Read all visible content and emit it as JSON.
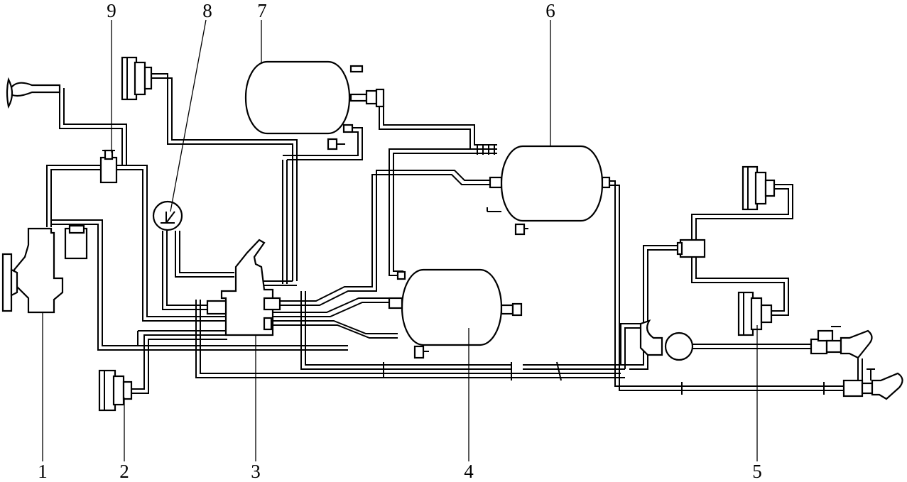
{
  "figure": {
    "labels": {
      "l1": "1",
      "l2": "2",
      "l3": "3",
      "l4": "4",
      "l5": "5",
      "l6": "6",
      "l7": "7",
      "l8": "8",
      "l9": "9"
    }
  }
}
